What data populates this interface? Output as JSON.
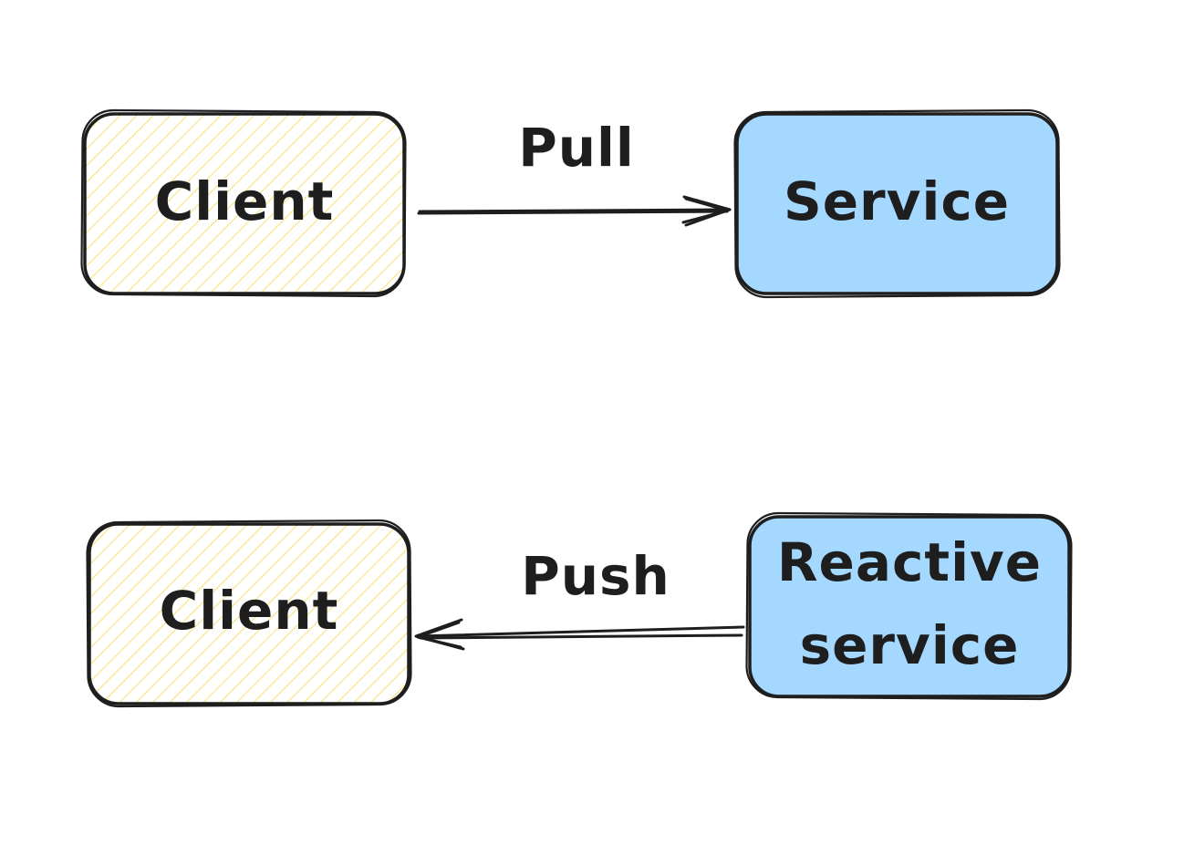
{
  "colors": {
    "client_hatch": "#f5d84e",
    "service_fill": "#a5d8ff",
    "ink": "#1e1e1e",
    "background": "#ffffff"
  },
  "diagram": {
    "top_row": {
      "client_label": "Client",
      "service_label": "Service",
      "edge_label": "Pull",
      "direction": "client-to-service"
    },
    "bottom_row": {
      "client_label": "Client",
      "service_label_line1": "Reactive",
      "service_label_line2": "service",
      "edge_label": "Push",
      "direction": "service-to-client"
    }
  }
}
